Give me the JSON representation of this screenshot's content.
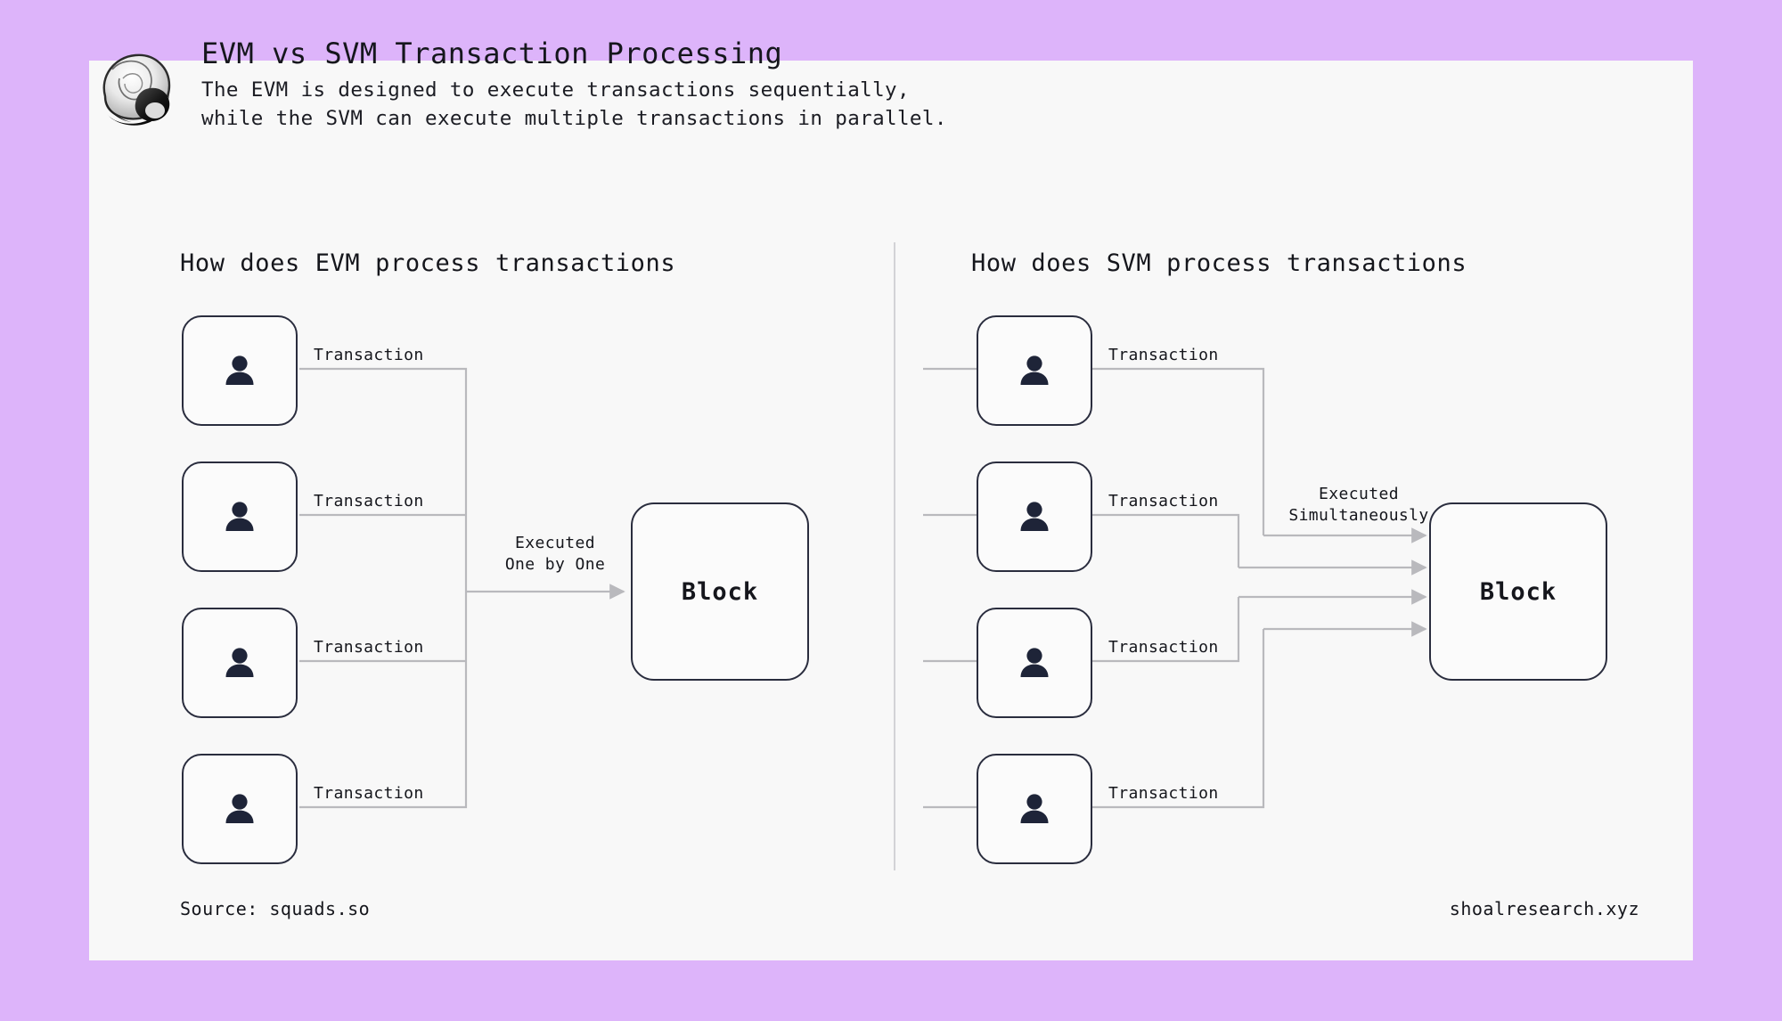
{
  "theme": {
    "background": "#ddb4fa",
    "card_background": "#f8f8f8",
    "ink": "#15161c",
    "node_border": "#2a2d3e",
    "wire": "#b9b9bd",
    "divider": "#d3d3d6"
  },
  "header": {
    "logo_icon": "snail-shell-logo",
    "title": "EVM vs SVM Transaction Processing",
    "subtitle_line1": "The EVM is designed to execute transactions sequentially,",
    "subtitle_line2": "while the SVM can execute multiple transactions in parallel."
  },
  "columns": [
    {
      "id": "evm",
      "heading": "How does EVM process transactions",
      "nodes": [
        {
          "icon": "person-icon",
          "edge_label": "Transaction"
        },
        {
          "icon": "person-icon",
          "edge_label": "Transaction"
        },
        {
          "icon": "person-icon",
          "edge_label": "Transaction"
        },
        {
          "icon": "person-icon",
          "edge_label": "Transaction"
        }
      ],
      "exec_label_line1": "Executed",
      "exec_label_line2": "One by One",
      "target": {
        "label": "Block"
      }
    },
    {
      "id": "svm",
      "heading": "How does SVM process transactions",
      "nodes": [
        {
          "icon": "person-icon",
          "edge_label": "Transaction"
        },
        {
          "icon": "person-icon",
          "edge_label": "Transaction"
        },
        {
          "icon": "person-icon",
          "edge_label": "Transaction"
        },
        {
          "icon": "person-icon",
          "edge_label": "Transaction"
        }
      ],
      "exec_label_line1": "Executed",
      "exec_label_line2": "Simultaneously",
      "target": {
        "label": "Block"
      }
    }
  ],
  "footer": {
    "source": "Source: squads.so",
    "site": "shoalresearch.xyz"
  }
}
